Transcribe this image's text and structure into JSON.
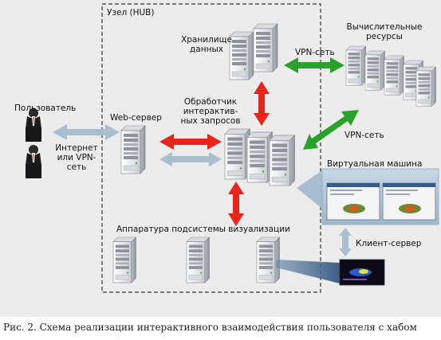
{
  "hub": {
    "label": "Узел (HUB)"
  },
  "nodes": {
    "storage": "Хранилище\nданных",
    "compute": "Вычислительные\nресурсы",
    "handler": "Обработчик\nинтерактив-\nных запросов",
    "web_server": "Web-сервер",
    "user": "Пользователь",
    "network": "Интернет\nили VPN-\nсеть",
    "vm": "Виртуальная машина",
    "visual": "Аппаратура подсистемы визуализации",
    "client_server": "Клиент-сервер"
  },
  "links": {
    "vpn_top": "VPN-сеть",
    "vpn_right": "VPN-сеть"
  },
  "caption": "Рис. 2. Схема реализации интерактивного взаимодействия пользователя с хабом",
  "colors": {
    "arrow_red": "#e8241b",
    "arrow_green": "#2aa12a",
    "arrow_grey": "#a9bfd0",
    "vm_panel": "#b6cadb"
  }
}
